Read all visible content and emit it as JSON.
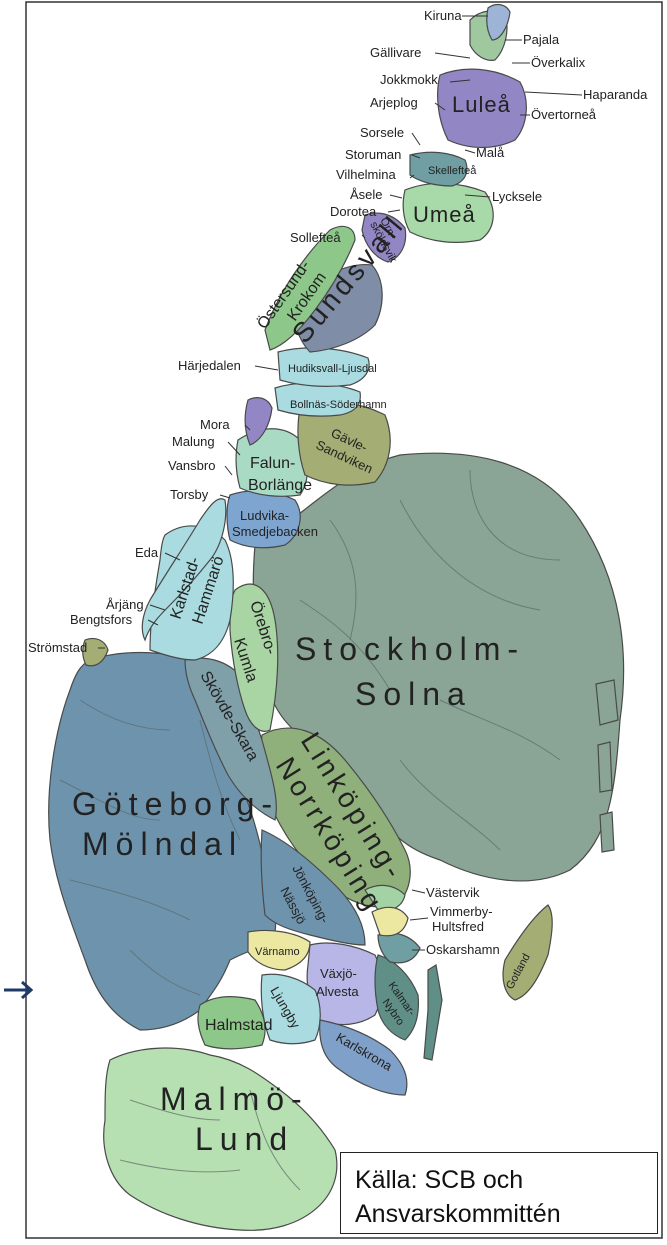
{
  "regions": {
    "stockholm_1": "Stockholm-",
    "stockholm_2": "Solna",
    "goteborg_1": "Göteborg-",
    "goteborg_2": "Mölndal",
    "malmo_1": "Malmö-",
    "malmo_2": "Lund",
    "linkoping_1": "Linköping-",
    "linkoping_2": "Norrköping",
    "sundsvall": "Sundsvall",
    "lulea": "Luleå",
    "umea": "Umeå",
    "skelleftea": "Skellefteå",
    "ornskoldsvik_1": "Örn-",
    "ornskoldsvik_2": "sköldsvik",
    "ostersund_1": "Östersund-",
    "ostersund_2": "Krokom",
    "hudiksvall": "Hudiksvall-Ljusdal",
    "bollnas": "Bollnäs-Söderhamn",
    "gavle_1": "Gävle-",
    "gavle_2": "Sandviken",
    "falun_1": "Falun-",
    "falun_2": "Borlänge",
    "ludvika_1": "Ludvika-",
    "ludvika_2": "Smedjebacken",
    "karlstad_1": "Karlstad-",
    "karlstad_2": "Hammarö",
    "orebro_1": "Örebro-",
    "orebro_2": "Kumla",
    "skovde": "Skövde-Skara",
    "jonkoping_1": "Jönköping-",
    "jonkoping_2": "Nässjö",
    "varnamo": "Värnamo",
    "vaxjo_1": "Växjö-",
    "vaxjo_2": "Alvesta",
    "kalmar_1": "Kalmar-",
    "kalmar_2": "Nybro",
    "halmstad": "Halmstad",
    "ljungby": "Ljungby",
    "karlskrona": "Karlskrona",
    "gotland": "Gotland"
  },
  "callouts": {
    "kiruna": "Kiruna",
    "pajala": "Pajala",
    "gallivare": "Gällivare",
    "overkalix": "Överkalix",
    "jokkmokk": "Jokkmokk",
    "haparanda": "Haparanda",
    "arjeplog": "Arjeplog",
    "overtornea": "Övertorneå",
    "sorsele": "Sorsele",
    "mala": "Malå",
    "storuman": "Storuman",
    "vilhelmina": "Vilhelmina",
    "asele": "Åsele",
    "lycksele": "Lycksele",
    "dorotea": "Dorotea",
    "solleftea": "Sollefteå",
    "harjedalen": "Härjedalen",
    "mora": "Mora",
    "malung": "Malung",
    "vansbro": "Vansbro",
    "torsby": "Torsby",
    "eda": "Eda",
    "arjang": "Årjäng",
    "bengtsfors": "Bengtsfors",
    "stromstad": "Strömstad",
    "vastervik": "Västervik",
    "vimmerby_1": "Vimmerby-",
    "vimmerby_2": "Hultsfred",
    "oskarshamn": "Oskarshamn"
  },
  "source": {
    "line1": "Källa: SCB och",
    "line2": "Ansvarskommittén"
  },
  "colors": {
    "stockholm": "#8aa595",
    "goteborg": "#6e94ad",
    "malmo": "#b6e0b2",
    "linkoping": "#8fb07a",
    "northern_purple": "#9386c4",
    "teal": "#6f9fa3",
    "light_cyan": "#a9dbe0",
    "light_green": "#a8d9a8",
    "olive": "#a3ad74",
    "pale_yellow": "#ece8a2"
  }
}
